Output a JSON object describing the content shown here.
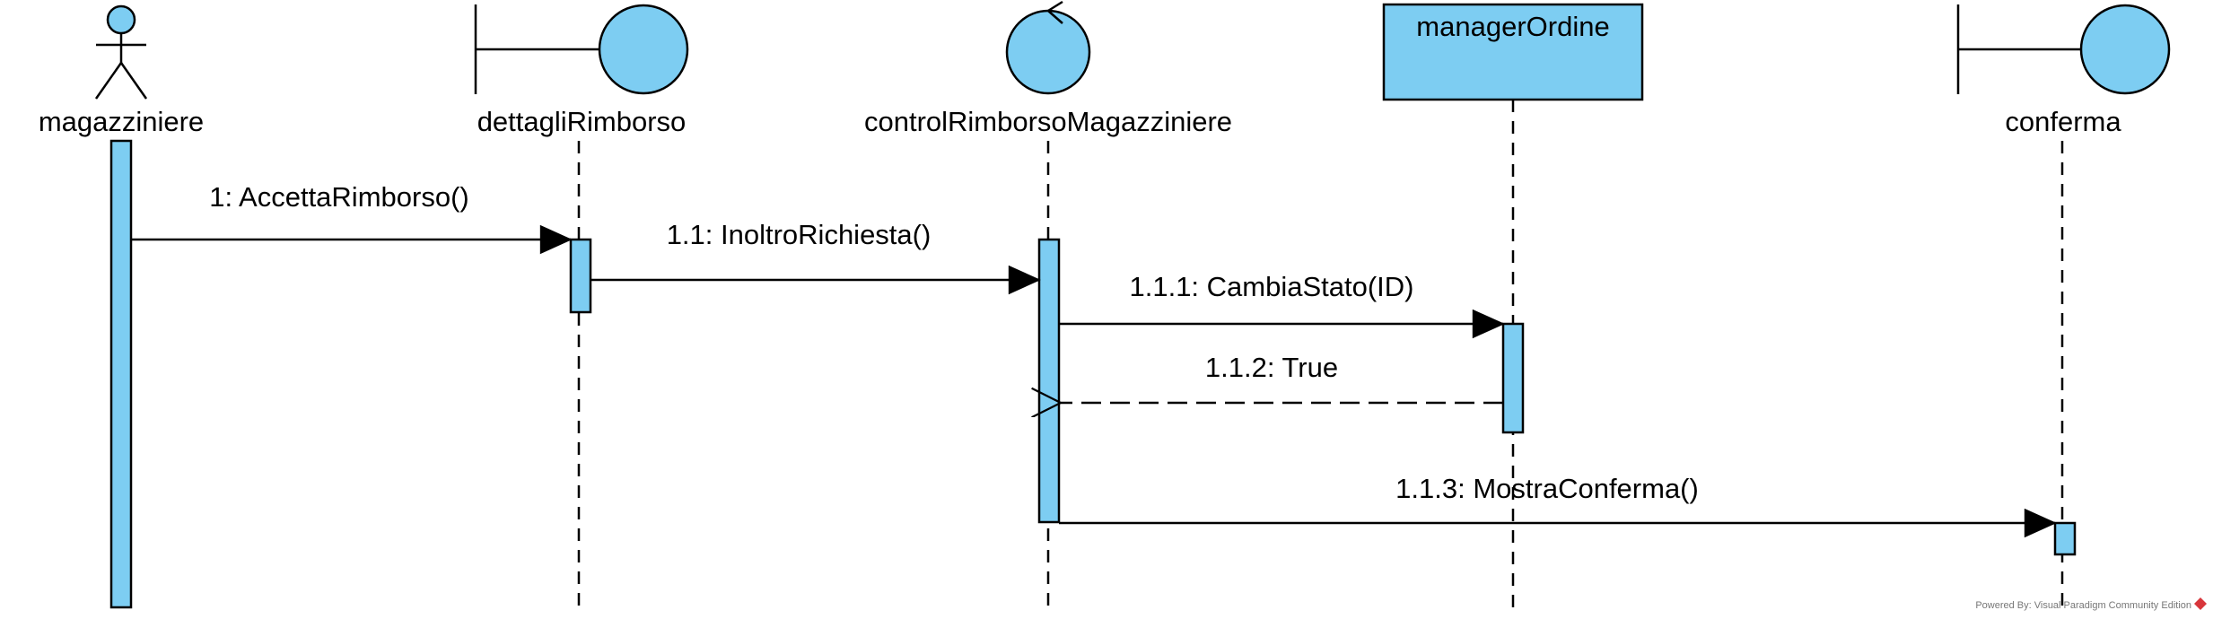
{
  "colors": {
    "fill": "#7dcdf2",
    "stroke": "#000000",
    "background": "#ffffff"
  },
  "participants": [
    {
      "id": "magazziniere",
      "kind": "actor",
      "label": "magazziniere"
    },
    {
      "id": "dettagliRimborso",
      "kind": "boundary",
      "label": "dettagliRimborso"
    },
    {
      "id": "controlRimborsoMagazziniere",
      "kind": "control",
      "label": "controlRimborsoMagazziniere"
    },
    {
      "id": "managerOrdine",
      "kind": "class-box",
      "label": "managerOrdine"
    },
    {
      "id": "conferma",
      "kind": "boundary",
      "label": "conferma"
    }
  ],
  "messages": [
    {
      "num": "1",
      "label": "1: AccettaRimborso()",
      "from": "magazziniere",
      "to": "dettagliRimborso",
      "type": "sync"
    },
    {
      "num": "1.1",
      "label": "1.1: InoltroRichiesta()",
      "from": "dettagliRimborso",
      "to": "controlRimborsoMagazziniere",
      "type": "sync"
    },
    {
      "num": "1.1.1",
      "label": "1.1.1: CambiaStato(ID)",
      "from": "controlRimborsoMagazziniere",
      "to": "managerOrdine",
      "type": "sync"
    },
    {
      "num": "1.1.2",
      "label": "1.1.2: True",
      "from": "managerOrdine",
      "to": "controlRimborsoMagazziniere",
      "type": "return"
    },
    {
      "num": "1.1.3",
      "label": "1.1.3: MostraConferma()",
      "from": "controlRimborsoMagazziniere",
      "to": "conferma",
      "type": "sync"
    }
  ],
  "footer": {
    "text": "Powered By: Visual Paradigm Community Edition"
  }
}
